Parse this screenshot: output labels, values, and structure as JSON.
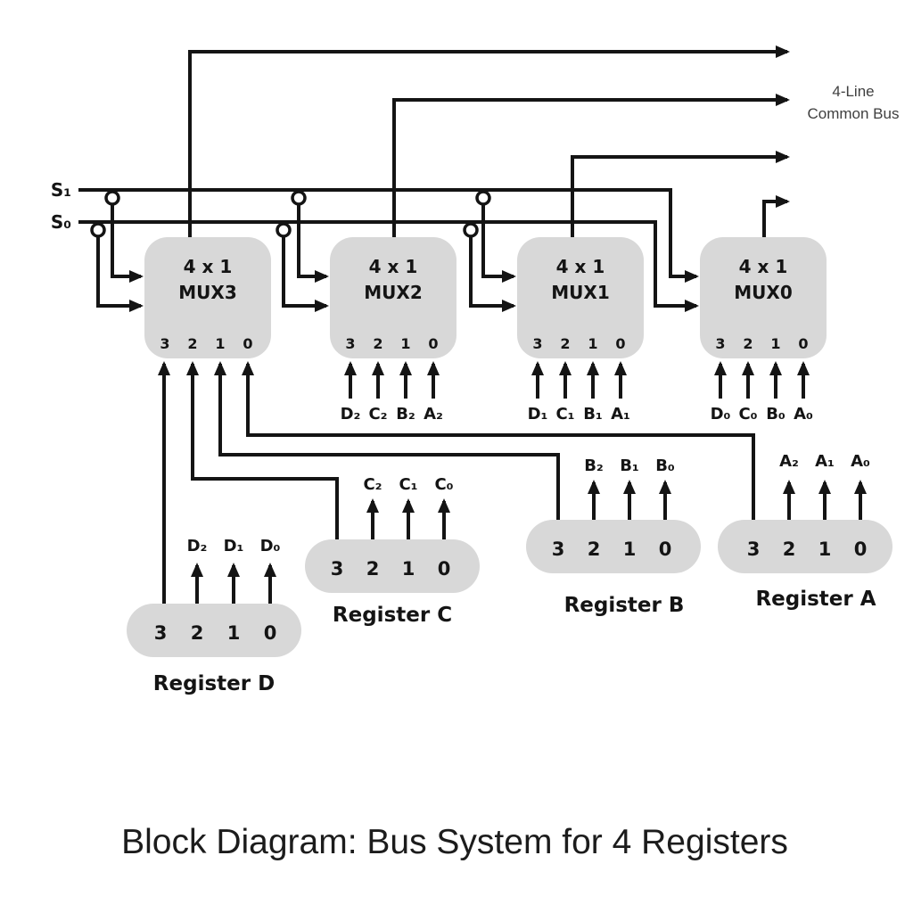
{
  "colors": {
    "background": "#ffffff",
    "box_fill": "#d8d8d8",
    "wire": "#141414",
    "text": "#141414",
    "bus_label_text": "#3f3f3f"
  },
  "title": "Block Diagram: Bus System for 4 Registers",
  "bus_label": {
    "line1": "4-Line",
    "line2": "Common Bus"
  },
  "select_lines": {
    "s1": "S₁",
    "s0": "S₀"
  },
  "muxes": [
    {
      "id": "mux3",
      "title_line1": "4 x 1",
      "title_line2": "MUX3",
      "pins": [
        "3",
        "2",
        "1",
        "0"
      ],
      "input_labels": []
    },
    {
      "id": "mux2",
      "title_line1": "4 x 1",
      "title_line2": "MUX2",
      "pins": [
        "3",
        "2",
        "1",
        "0"
      ],
      "input_labels": [
        "D₂",
        "C₂",
        "B₂",
        "A₂"
      ]
    },
    {
      "id": "mux1",
      "title_line1": "4 x 1",
      "title_line2": "MUX1",
      "pins": [
        "3",
        "2",
        "1",
        "0"
      ],
      "input_labels": [
        "D₁",
        "C₁",
        "B₁",
        "A₁"
      ]
    },
    {
      "id": "mux0",
      "title_line1": "4 x 1",
      "title_line2": "MUX0",
      "pins": [
        "3",
        "2",
        "1",
        "0"
      ],
      "input_labels": [
        "D₀",
        "C₀",
        "B₀",
        "A₀"
      ]
    }
  ],
  "registers": [
    {
      "id": "register-d",
      "name": "Register D",
      "bits": [
        "3",
        "2",
        "1",
        "0"
      ],
      "output_labels": [
        "D₂",
        "D₁",
        "D₀"
      ]
    },
    {
      "id": "register-c",
      "name": "Register C",
      "bits": [
        "3",
        "2",
        "1",
        "0"
      ],
      "output_labels": [
        "C₂",
        "C₁",
        "C₀"
      ]
    },
    {
      "id": "register-b",
      "name": "Register B",
      "bits": [
        "3",
        "2",
        "1",
        "0"
      ],
      "output_labels": [
        "B₂",
        "B₁",
        "B₀"
      ]
    },
    {
      "id": "register-a",
      "name": "Register A",
      "bits": [
        "3",
        "2",
        "1",
        "0"
      ],
      "output_labels": [
        "A₂",
        "A₁",
        "A₀"
      ]
    }
  ]
}
